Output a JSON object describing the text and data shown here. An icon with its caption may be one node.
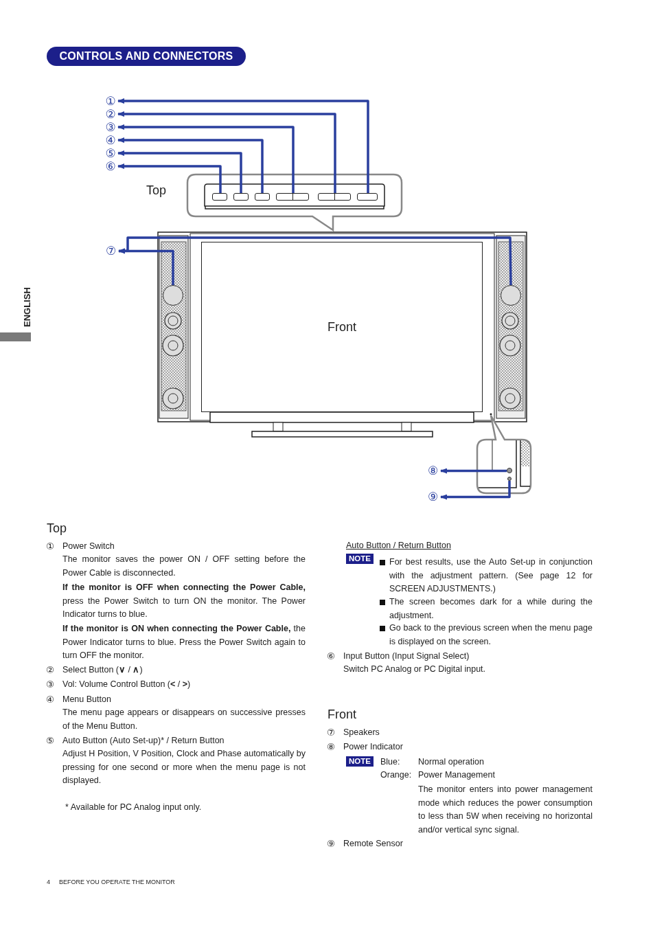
{
  "diagram": {
    "title": "CONTROLS AND CONNECTORS",
    "nodes": [
      {
        "text": [
          "①"
        ]
      },
      {
        "text": [
          "②"
        ]
      },
      {
        "text": [
          "③"
        ]
      },
      {
        "text": [
          "④"
        ]
      },
      {
        "text": [
          "⑤"
        ]
      },
      {
        "text": [
          "⑥"
        ]
      },
      {
        "text": [],
        "shape": "box"
      },
      {
        "text": [],
        "shape": "box"
      },
      {
        "text": [],
        "shape": "box"
      },
      {
        "text": [],
        "shape": "box"
      },
      {
        "text": [],
        "shape": "box"
      },
      {
        "text": [],
        "shape": "box"
      },
      {
        "text": [
          "⑦"
        ]
      },
      {
        "text": [],
        "shape": "circle"
      },
      {
        "text": [
          "Front"
        ]
      },
      {
        "text": [],
        "shape": "circle"
      },
      {
        "text": [
          "⑧"
        ]
      },
      {
        "text": [
          "⑨"
        ]
      },
      {
        "text": [],
        "shape": "circle"
      },
      {
        "text": [],
        "shape": "circle"
      }
    ],
    "edges": [
      {
        "from": 11,
        "to": 0,
        "arrow": "to"
      },
      {
        "from": 10,
        "to": 1,
        "arrow": "to"
      },
      {
        "from": 9,
        "to": 2,
        "arrow": "to"
      },
      {
        "from": 8,
        "to": 3,
        "arrow": "to"
      },
      {
        "from": 7,
        "to": 4,
        "arrow": "to"
      },
      {
        "from": 6,
        "to": 5,
        "arrow": "to"
      },
      {
        "from": 13,
        "to": 12,
        "arrow": "to"
      },
      {
        "from": 15,
        "to": 12,
        "arrow": "to"
      },
      {
        "from": 18,
        "to": 16,
        "arrow": "to"
      },
      {
        "from": 19,
        "to": 17,
        "arrow": "to"
      }
    ],
    "labels": [
      "ENGLISH",
      "Top",
      "Top",
      "①",
      "Power Switch",
      "The monitor saves  the power ON / OFF setting before the Power Cable is disconnected.",
      "**If the monitor is OFF when connecting the Power Cable,** press the Power Switch to turn ON the monitor. The Power Indicator turns to blue.",
      "**If the monitor is ON when connecting the Power Cable,** the Power Indicator turns to blue. Press the Power Switch again to turn OFF the monitor.",
      "②",
      "Select Button (**∨** / **∧**)",
      "③",
      "Vol: Volume Control Button (**<** / **>**)",
      "④",
      "Menu Button",
      "The menu page appears or disappears on successive presses of the Menu Button.",
      "⑤",
      "Auto Button (Auto Set-up)* / Return Button",
      "Adjust H Position, V Position, Clock and Phase automatically by pressing for one second or more when the menu page is not displayed.",
      "* Available for PC Analog input only.",
      "Auto Button / Return Button",
      "NOTE",
      "For best results, use the Auto Set-up in conjunction with the adjustment pattern. (See page 12 for SCREEN ADJUSTMENTS.)",
      "The screen becomes dark for a while during the adjustment.",
      "Go back to the previous screen when the menu page is displayed on the screen.",
      "⑥",
      "Input Button (Input Signal Select)",
      "Switch PC Analog or PC Digital input.",
      "Front",
      "⑦",
      "Speakers",
      "⑧",
      "Power Indicator",
      "NOTE",
      "Blue:",
      "Normal operation",
      "Orange:",
      "Power Management",
      "The monitor enters into power management mode which reduces the power consumption to less than 5W when receiving no horizontal and/or vertical sync signal.",
      "⑨",
      "Remote Sensor",
      "4",
      "BEFORE YOU OPERATE THE MONITOR"
    ]
  }
}
